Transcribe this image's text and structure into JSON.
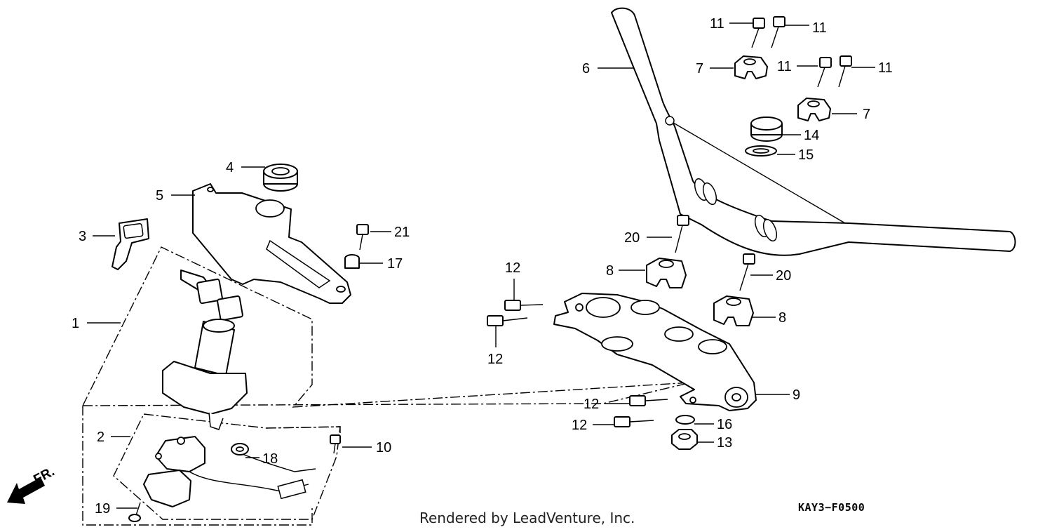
{
  "callouts": [
    {
      "id": "1",
      "label": "1"
    },
    {
      "id": "2",
      "label": "2"
    },
    {
      "id": "3",
      "label": "3"
    },
    {
      "id": "4",
      "label": "4"
    },
    {
      "id": "5",
      "label": "5"
    },
    {
      "id": "6",
      "label": "6"
    },
    {
      "id": "7a",
      "label": "7"
    },
    {
      "id": "7b",
      "label": "7"
    },
    {
      "id": "8a",
      "label": "8"
    },
    {
      "id": "8b",
      "label": "8"
    },
    {
      "id": "9",
      "label": "9"
    },
    {
      "id": "10",
      "label": "10"
    },
    {
      "id": "11a",
      "label": "11"
    },
    {
      "id": "11b",
      "label": "11"
    },
    {
      "id": "11c",
      "label": "11"
    },
    {
      "id": "11d",
      "label": "11"
    },
    {
      "id": "12a",
      "label": "12"
    },
    {
      "id": "12b",
      "label": "12"
    },
    {
      "id": "12c",
      "label": "12"
    },
    {
      "id": "12d",
      "label": "12"
    },
    {
      "id": "13",
      "label": "13"
    },
    {
      "id": "14",
      "label": "14"
    },
    {
      "id": "15",
      "label": "15"
    },
    {
      "id": "16",
      "label": "16"
    },
    {
      "id": "17",
      "label": "17"
    },
    {
      "id": "18",
      "label": "18"
    },
    {
      "id": "19",
      "label": "19"
    },
    {
      "id": "20a",
      "label": "20"
    },
    {
      "id": "20b",
      "label": "20"
    },
    {
      "id": "21",
      "label": "21"
    }
  ],
  "front_indicator": "FR.",
  "credit": "Rendered by LeadVenture, Inc.",
  "diagram_code": "KAY3−F0500"
}
